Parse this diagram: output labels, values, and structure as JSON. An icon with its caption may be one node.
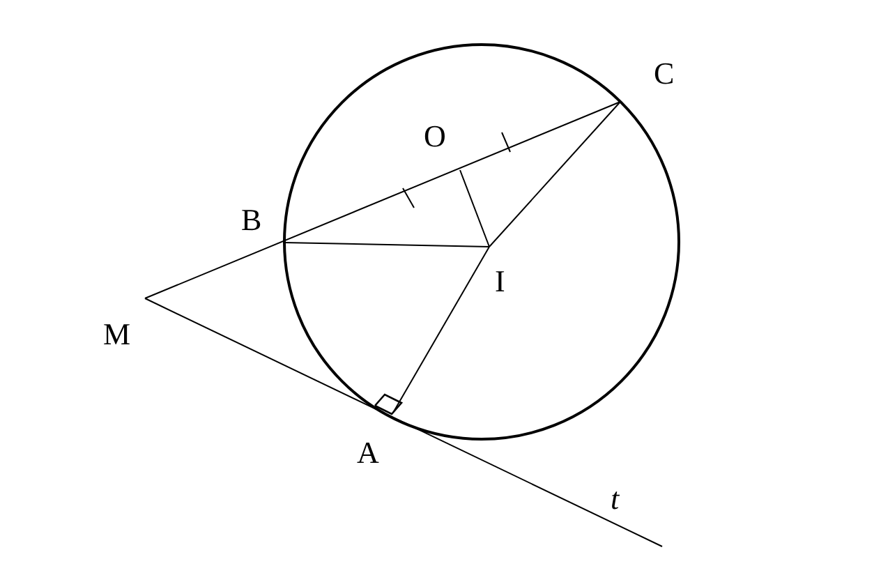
{
  "diagram": {
    "labels": [
      "C",
      "O",
      "B",
      "I",
      "M",
      "A",
      "t"
    ]
  }
}
